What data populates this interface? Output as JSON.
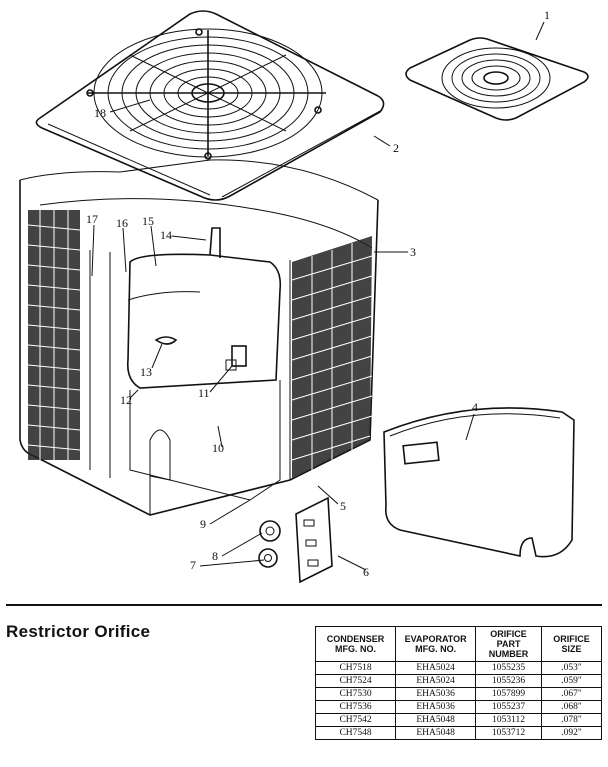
{
  "callouts": [
    "1",
    "2",
    "3",
    "4",
    "5",
    "6",
    "7",
    "8",
    "9",
    "10",
    "11",
    "12",
    "13",
    "14",
    "15",
    "16",
    "17",
    "18"
  ],
  "section_title": "Restrictor Orifice",
  "table": {
    "headers": [
      "CONDENSER MFG. NO.",
      "EVAPORATOR MFG. NO.",
      "ORIFICE PART NUMBER",
      "ORIFICE SIZE"
    ],
    "rows": [
      [
        "CH7518",
        "EHA5024",
        "1055235",
        ".053\""
      ],
      [
        "CH7524",
        "EHA5024",
        "1055236",
        ".059\""
      ],
      [
        "CH7530",
        "EHA5036",
        "1057899",
        ".067\""
      ],
      [
        "CH7536",
        "EHA5036",
        "1055237",
        ".068\""
      ],
      [
        "CH7542",
        "EHA5048",
        "1053112",
        ".078\""
      ],
      [
        "CH7548",
        "EHA5048",
        "1053712",
        ".092\""
      ]
    ]
  }
}
